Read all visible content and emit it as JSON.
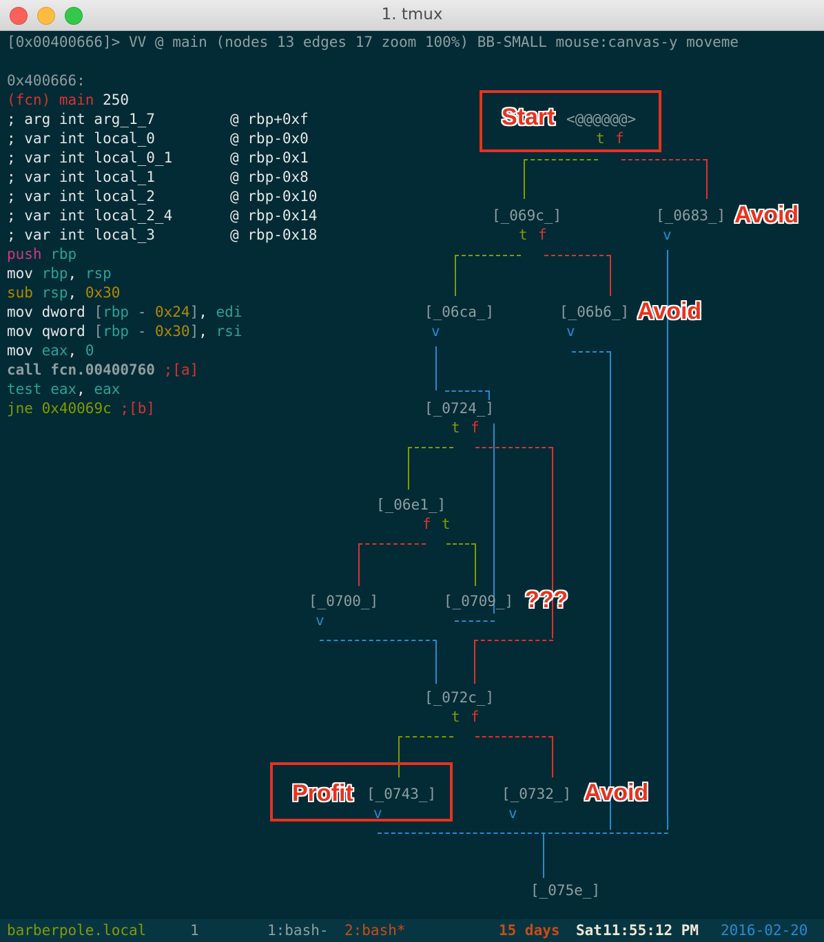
{
  "window": {
    "title": "1. tmux"
  },
  "header": "[0x00400666]> VV @ main (nodes 13 edges 17 zoom 100%) BB-SMALL mouse:canvas-y moveme",
  "disasm": {
    "addr": "0x400666:",
    "fcn_tag": "(fcn)",
    "fcn_name": "main",
    "fcn_size": "250",
    "vars": [
      {
        "decl": "; arg int arg_1_7",
        "loc": "@ rbp+0xf"
      },
      {
        "decl": "; var int local_0",
        "loc": "@ rbp-0x0"
      },
      {
        "decl": "; var int local_0_1",
        "loc": "@ rbp-0x1"
      },
      {
        "decl": "; var int local_1",
        "loc": "@ rbp-0x8"
      },
      {
        "decl": "; var int local_2",
        "loc": "@ rbp-0x10"
      },
      {
        "decl": "; var int local_2_4",
        "loc": "@ rbp-0x14"
      },
      {
        "decl": "; var int local_3",
        "loc": "@ rbp-0x18"
      }
    ],
    "instr": {
      "i1_op": "push",
      "i1_a": "rbp",
      "i2_op": "mov",
      "i2_a": "rbp",
      "i2_b": "rsp",
      "i3_op": "sub",
      "i3_a": "rsp",
      "i3_b": "0x30",
      "i4_op": "mov",
      "i4_sz": "dword",
      "i4_reg": "rbp",
      "i4_off": "0x24",
      "i4_src": "edi",
      "i5_op": "mov",
      "i5_sz": "qword",
      "i5_reg": "rbp",
      "i5_off": "0x30",
      "i5_src": "rsi",
      "i6_op": "mov",
      "i6_a": "eax",
      "i6_b": "0",
      "i7_op": "call",
      "i7_target": "fcn.00400760",
      "i7_ref": ";[a]",
      "i8_op": "test",
      "i8_a": "eax",
      "i8_b": "eax",
      "i9_op": "jne",
      "i9_target": "0x40069c",
      "i9_ref": ";[b]"
    }
  },
  "graph": {
    "start_placeholder": "<@@@@@@>",
    "t": "t",
    "f": "f",
    "v": "v",
    "nodes": {
      "n069c": "[_069c_]",
      "n0683": "[_0683_]",
      "n06ca": "[_06ca_]",
      "n06b6": "[_06b6_]",
      "n0724": "[_0724_]",
      "n06e1": "[_06e1_]",
      "n0700": "[_0700_]",
      "n0709": "[_0709_]",
      "n072c": "[_072c_]",
      "n0743": "[_0743_]",
      "n0732": "[_0732_]",
      "n075e": "[_075e_]"
    }
  },
  "annotations": {
    "start": "Start",
    "avoid": "Avoid",
    "unknown": "???",
    "profit": "Profit"
  },
  "status": {
    "host": "barberpole.local",
    "session": "1",
    "win1": "1:bash-",
    "win2": "2:bash*",
    "uptime": "15 days",
    "day": "Sat",
    "time": "11:55:12 PM",
    "date": "2016-02-20"
  },
  "colors": {
    "accent_annotation": "#e8321e",
    "terminal_bg": "#022b35"
  }
}
